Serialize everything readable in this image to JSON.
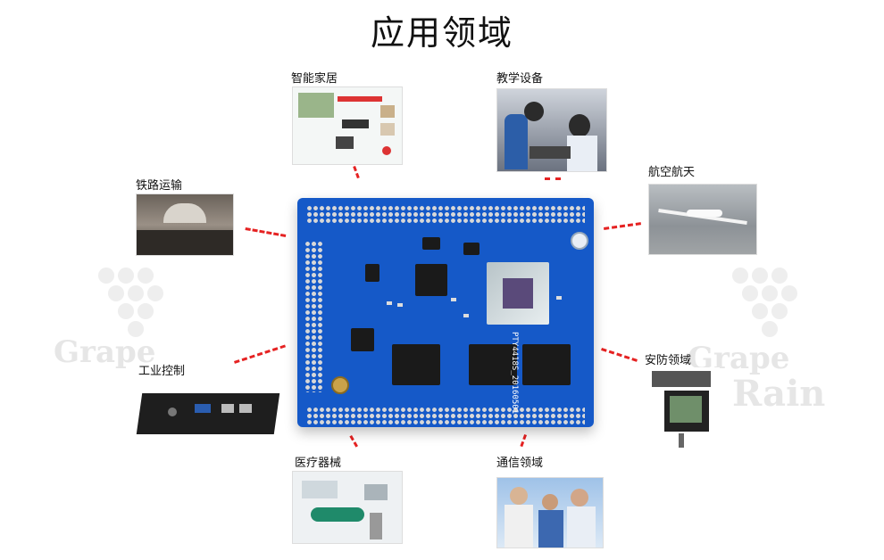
{
  "page_title": "应用领域",
  "applications": {
    "smart_home": "智能家居",
    "education": "教学设备",
    "railway": "铁路运输",
    "aerospace": "航空航天",
    "industrial": "工业控制",
    "security": "安防领域",
    "medical": "医疗器械",
    "communication": "通信领域"
  },
  "board_silkscreen": "PTY4418S_20160501",
  "watermark": {
    "line1": "Grape",
    "line2": "Rain"
  },
  "colors": {
    "dash": "#e52222",
    "pcb": "#1559c8",
    "watermark": "#e6e6e6"
  }
}
